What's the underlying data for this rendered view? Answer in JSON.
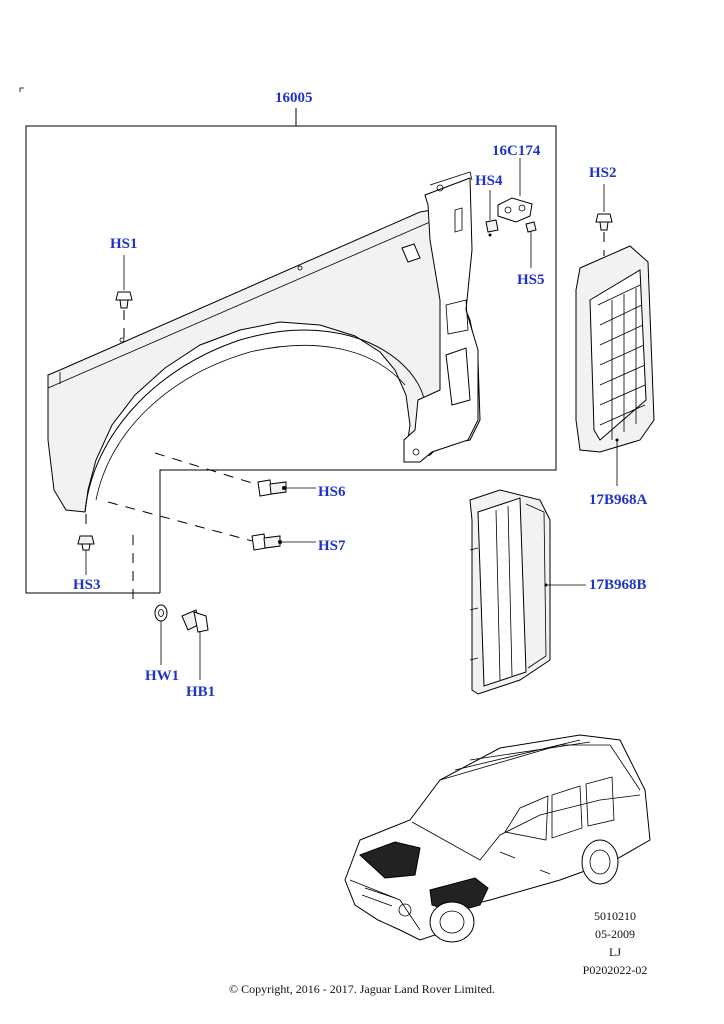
{
  "callouts": {
    "main_fender": "16005",
    "hs1": "HS1",
    "hs2": "HS2",
    "hs3": "HS3",
    "hs4": "HS4",
    "hs5": "HS5",
    "hs6": "HS6",
    "hs7": "HS7",
    "bracket": "16C174",
    "vent_grille": "17B968A",
    "vent_bracket": "17B968B",
    "hw1": "HW1",
    "hb1": "HB1"
  },
  "metadata": {
    "drawing_number": "5010210",
    "date": "05-2009",
    "initials": "LJ",
    "part_ref": "P0202022-02"
  },
  "copyright": "© Copyright, 2016 - 2017. Jaguar Land Rover Limited.",
  "colors": {
    "callout": "#1f33c9",
    "line": "#000000"
  }
}
